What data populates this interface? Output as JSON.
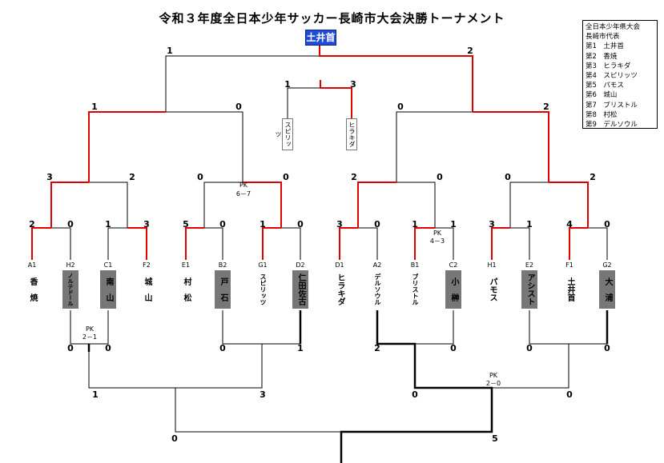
{
  "title": "令和３年度全日本少年サッカー長崎市大会決勝トーナメント",
  "champion": "土井首",
  "legend": {
    "header1": "全日本少年県大会",
    "header2": "長崎市代表",
    "items": [
      "第1　土井首",
      "第2　香焼",
      "第3　ヒラキダ",
      "第4　スピリッツ",
      "第5　パモス",
      "第6　城山",
      "第7　ブリストル",
      "第8　村松",
      "第9　デルソウル"
    ]
  },
  "teams": [
    {
      "code": "A1",
      "name": "香　焼"
    },
    {
      "code": "H2",
      "name": "ノルテドール"
    },
    {
      "code": "C1",
      "name": "南　山"
    },
    {
      "code": "F2",
      "name": "城　山"
    },
    {
      "code": "E1",
      "name": "村　松"
    },
    {
      "code": "B2",
      "name": "戸　石"
    },
    {
      "code": "G1",
      "name": "スピリッツ"
    },
    {
      "code": "D2",
      "name": "仁田佐古"
    },
    {
      "code": "D1",
      "name": "ヒラキダ"
    },
    {
      "code": "A2",
      "name": "デルソウル"
    },
    {
      "code": "B1",
      "name": "ブリストル"
    },
    {
      "code": "C2",
      "name": "小　榊"
    },
    {
      "code": "H1",
      "name": "パモス"
    },
    {
      "code": "E2",
      "name": "アシスト"
    },
    {
      "code": "F1",
      "name": "土井首"
    },
    {
      "code": "G2",
      "name": "大　浦"
    }
  ],
  "thirdplace": {
    "left": "スピリッツ",
    "right": "ヒラキダ",
    "left_score": "1",
    "right_score": "3"
  },
  "scores": {
    "r1": [
      "2",
      "0",
      "1",
      "3",
      "5",
      "0",
      "1",
      "0",
      "3",
      "0",
      "1",
      "1",
      "3",
      "1",
      "4",
      "0"
    ],
    "qf": [
      "3",
      "2",
      "0",
      "0",
      "2",
      "0",
      "0",
      "2"
    ],
    "sf": [
      "1",
      "0",
      "0",
      "2"
    ],
    "final": [
      "1",
      "2"
    ],
    "low1": [
      "0",
      "0",
      "0",
      "1",
      "2",
      "0",
      "0",
      "0"
    ],
    "low2": [
      "1",
      "3",
      "0",
      "0"
    ],
    "low3": [
      "0",
      "5"
    ]
  },
  "pk": {
    "qf2": "PK",
    "qf2_score": "6－7",
    "r1_b": "PK",
    "r1_b_score": "4－3",
    "low_a": "PK",
    "low_a_score": "2－1",
    "low_b": "PK",
    "low_b_score": "2－0"
  }
}
